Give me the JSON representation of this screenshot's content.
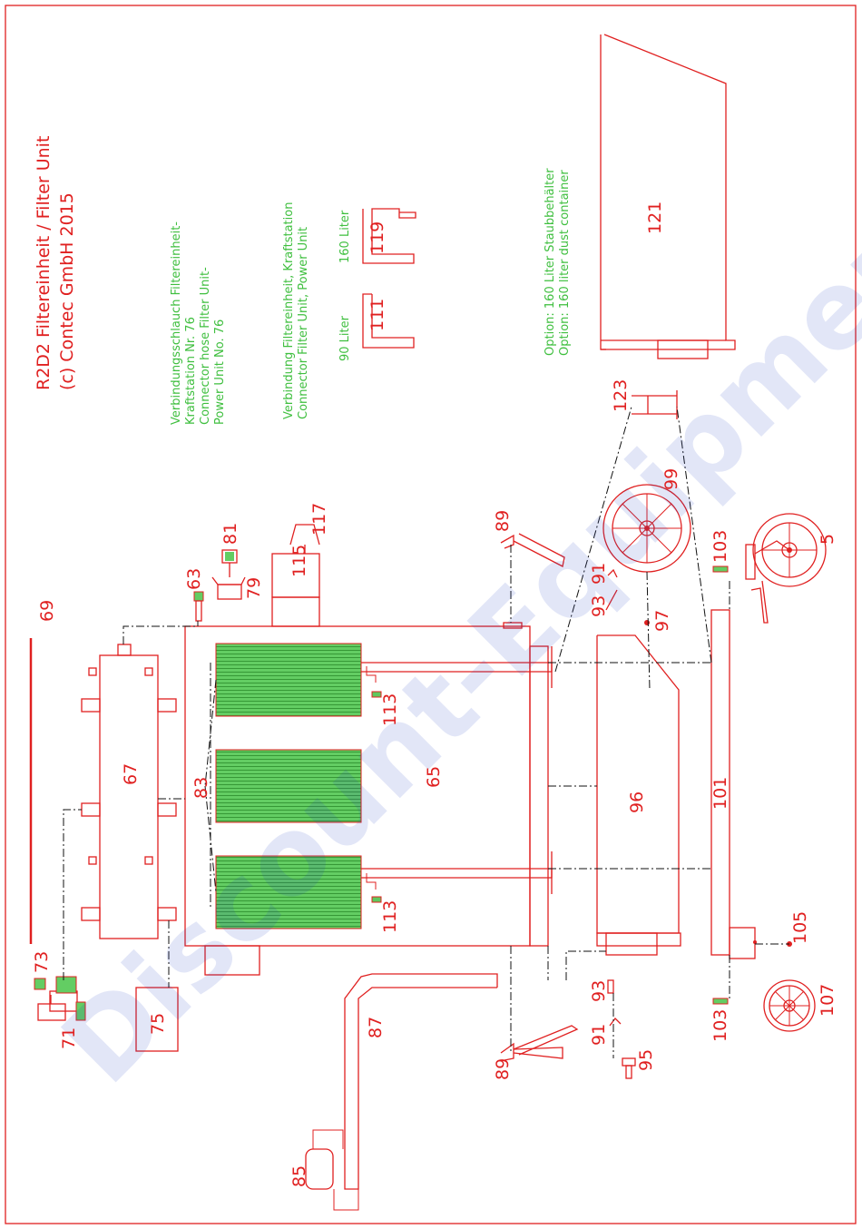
{
  "title": {
    "line1": "R2D2 Filtereinheit / Filter Unit",
    "line2": "(c) Contec GmbH 2015"
  },
  "notes": {
    "hose": [
      "Verbindungsschlauch Filtereinheit-",
      "Kraftstation Nr. 76",
      "Connector hose Filter Unit-",
      "Power Unit No. 76"
    ],
    "connection": [
      "Verbindung Filtereinheit, Kraftstation",
      "Connector Filter Unit, Power Unit"
    ],
    "option": [
      "Option: 160 Liter Staubbehälter",
      "Option: 160 liter dust container"
    ],
    "liter_90": "90 Liter",
    "liter_160": "160 Liter"
  },
  "labels": {
    "p5": "5",
    "p63": "63",
    "p65": "65",
    "p67": "67",
    "p69": "69",
    "p71": "71",
    "p73": "73",
    "p75": "75",
    "p79": "79",
    "p81": "81",
    "p83": "83",
    "p85": "85",
    "p87": "87",
    "p89a": "89",
    "p89b": "89",
    "p91a": "91",
    "p91b": "91",
    "p93a": "93",
    "p93b": "93",
    "p95": "95",
    "p96": "96",
    "p97": "97",
    "p99": "99",
    "p101": "101",
    "p103a": "103",
    "p103b": "103",
    "p105": "105",
    "p107": "107",
    "p111": "111",
    "p113a": "113",
    "p113b": "113",
    "p115": "115",
    "p117": "117",
    "p119": "119",
    "p121": "121",
    "p123": "123"
  },
  "watermark": "Discount-Equipment",
  "colors": {
    "line": "#e02020",
    "note_text": "#3fbf3f",
    "filter": "#5ec85e",
    "watermark": "#2040c0"
  }
}
